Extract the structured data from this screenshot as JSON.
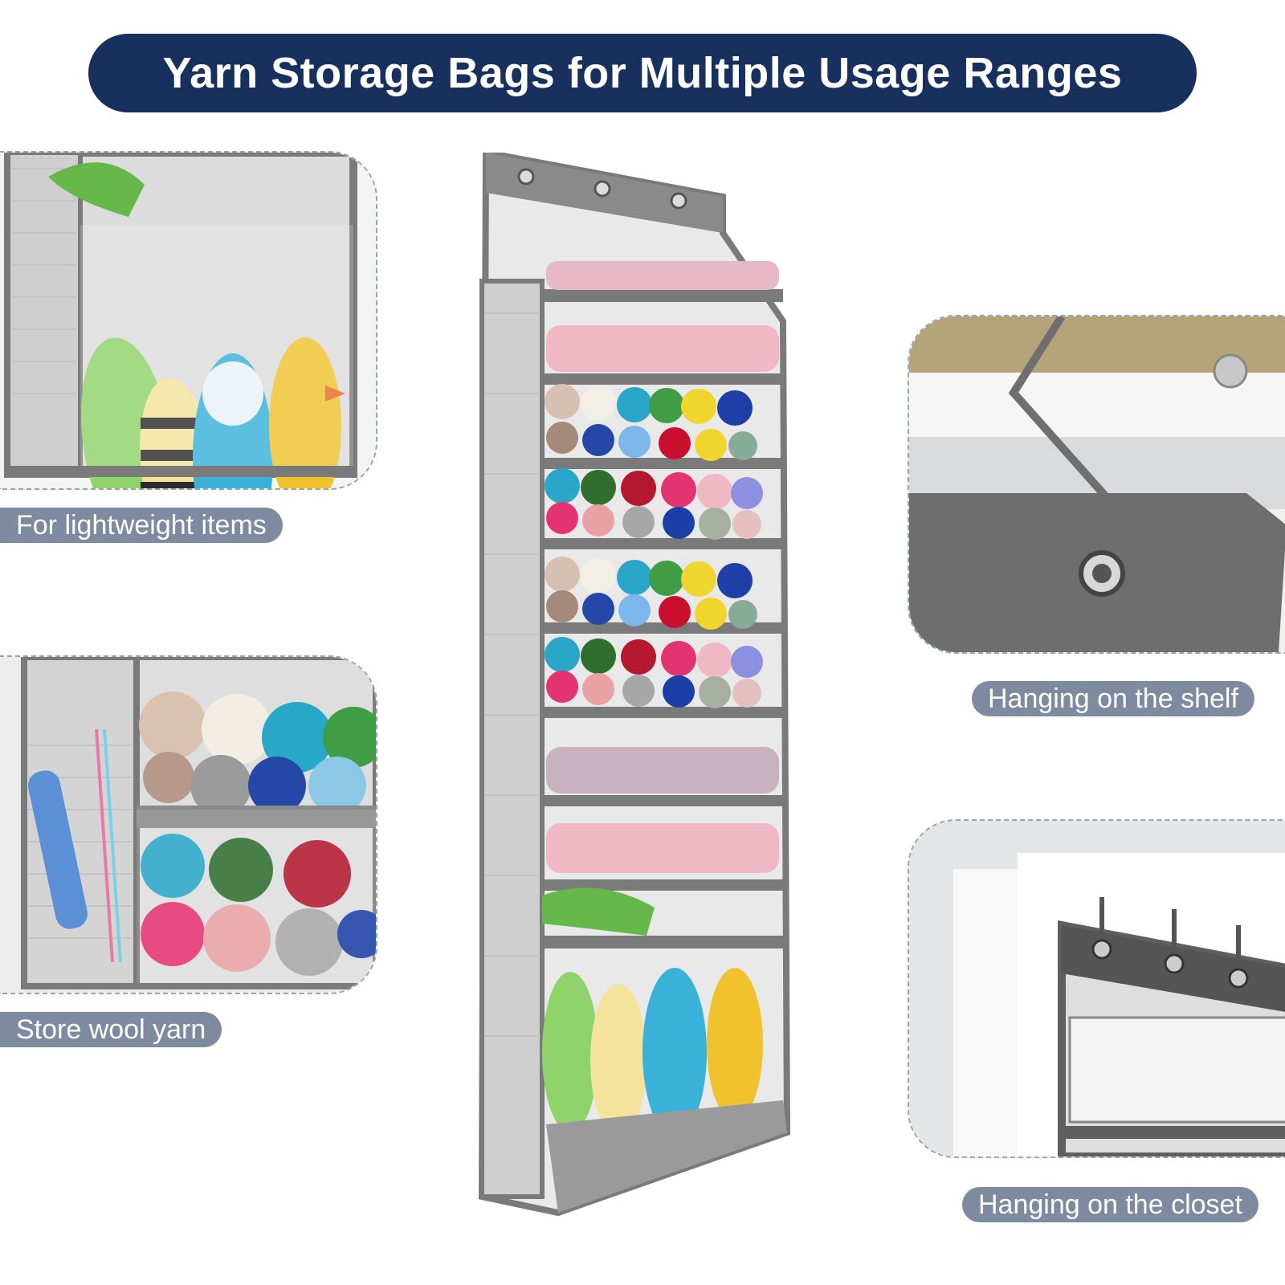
{
  "header": {
    "title": "Yarn Storage Bags for Multiple Usage Ranges"
  },
  "labels": {
    "lightweight": "For lightweight items",
    "wool": "Store wool yarn",
    "shelf": "Hanging on the shelf",
    "closet": "Hanging on the closet"
  },
  "colors": {
    "title_bg": "#17305e",
    "label_bg": "#7d8aa0",
    "organizer_frame": "#7a7a7a"
  },
  "images": [
    {
      "name": "lightweight-items-photo",
      "icon": "toy-pocket-closeup"
    },
    {
      "name": "wool-yarn-photo",
      "icon": "yarn-pocket-closeup"
    },
    {
      "name": "organizer-photo",
      "icon": "hanging-organizer"
    },
    {
      "name": "shelf-hook-photo",
      "icon": "shelf-hook-closeup"
    },
    {
      "name": "closet-door-photo",
      "icon": "door-hook-closeup"
    }
  ]
}
